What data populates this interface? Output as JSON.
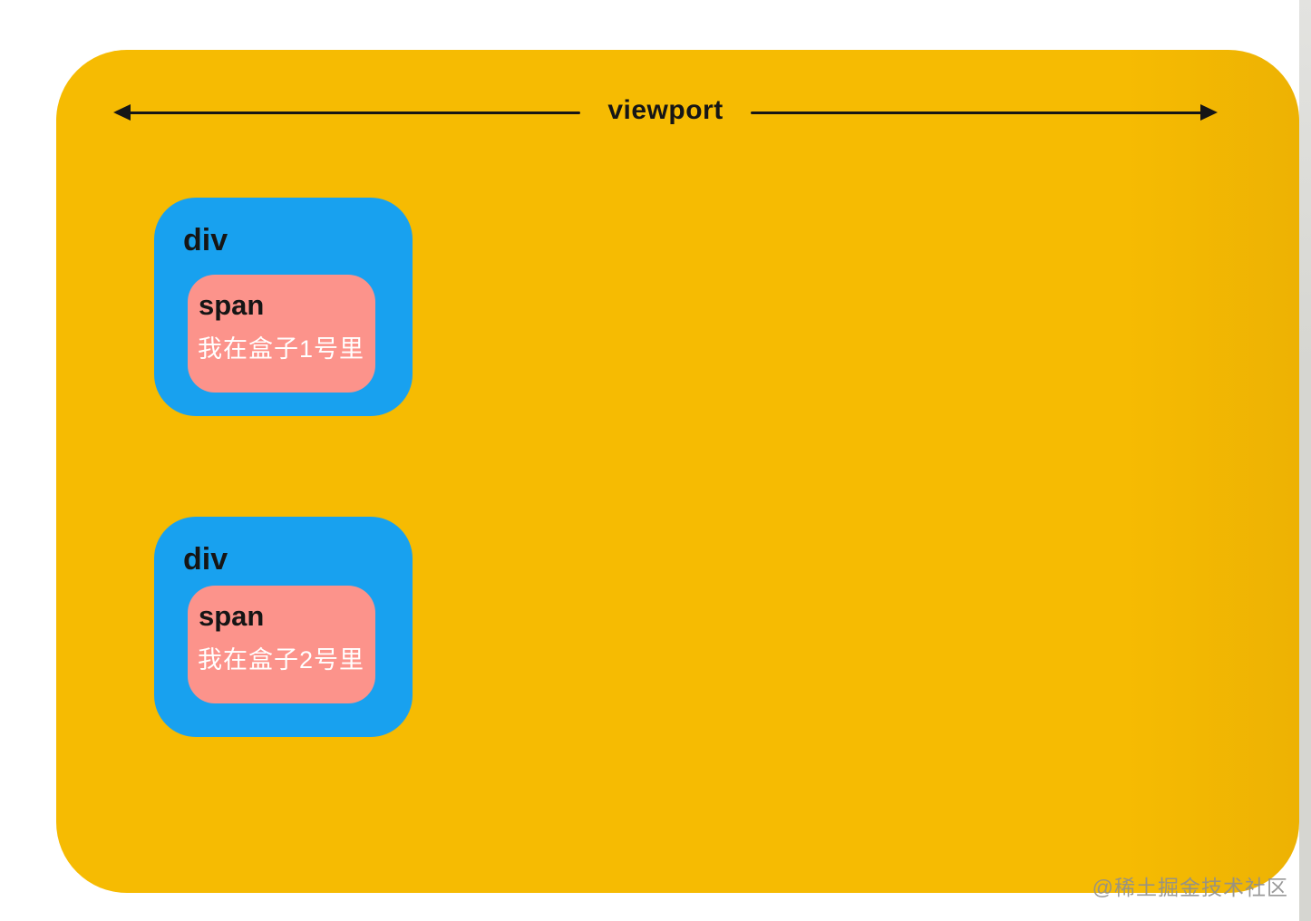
{
  "diagram": {
    "viewport_label": "viewport",
    "boxes": [
      {
        "tag": "div",
        "span_label": "span",
        "content": "我在盒子1号里"
      },
      {
        "tag": "div",
        "span_label": "span",
        "content": "我在盒子2号里"
      }
    ],
    "colors": {
      "viewport_bg": "#f6bb02",
      "div_bg": "#18a1ef",
      "span_bg": "#fc938b",
      "text_dark": "#151515",
      "text_light": "#ffffff"
    }
  },
  "watermark": "@稀土掘金技术社区"
}
